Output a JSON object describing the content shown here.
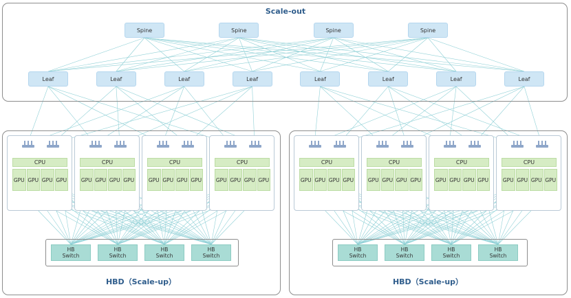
{
  "scale_out": {
    "title": "Scale-out",
    "spine_label": "Spine",
    "spine_count": 4,
    "leaf_label": "Leaf",
    "leaf_count": 8
  },
  "hbd": {
    "title": "HBD（Scale-up）",
    "domain_count": 2,
    "servers_per_domain": 4,
    "cpu_label": "CPU",
    "gpu_label": "GPU",
    "gpus_per_server": 4,
    "nics_per_server": 2,
    "hb_switch_line1": "HB",
    "hb_switch_line2": "Switch",
    "hb_switch_count": 4
  },
  "colors": {
    "link": "#8fd0d6",
    "switch_fill": "#cfe6f5",
    "compute_fill": "#d6ecc4",
    "hb_fill": "#a9dcd5",
    "title_text": "#2f5d8c"
  }
}
